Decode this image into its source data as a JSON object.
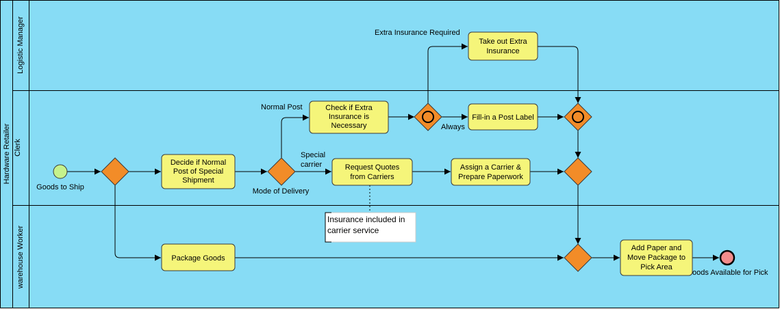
{
  "pool": {
    "name": "Hardware Retailer"
  },
  "lanes": [
    {
      "name": "Logistic Manager"
    },
    {
      "name": "Clerk"
    },
    {
      "name": "warehouse Worker"
    }
  ],
  "events": {
    "start": {
      "label": "Goods to Ship"
    },
    "end": {
      "label": "Goods Available for Pick"
    }
  },
  "tasks": {
    "decide": {
      "lines": [
        "Decide if Normal",
        "Post of Special",
        "Shipment"
      ]
    },
    "check": {
      "lines": [
        "Check if Extra",
        "Insurance is",
        "Necessary"
      ]
    },
    "extra": {
      "lines": [
        "Take out Extra",
        "Insurance"
      ]
    },
    "label": {
      "lines": [
        "Fill-in a Post Label"
      ]
    },
    "quotes": {
      "lines": [
        "Request Quotes",
        "from Carriers"
      ]
    },
    "assign": {
      "lines": [
        "Assign a Carrier &",
        "Prepare Paperwork"
      ]
    },
    "package": {
      "lines": [
        "Package Goods"
      ]
    },
    "addpaper": {
      "lines": [
        "Add Paper and",
        "Move Package to",
        "Pick Area"
      ]
    }
  },
  "gateways": {
    "mode": {
      "label": "Mode of Delivery"
    }
  },
  "flow_labels": {
    "normal_post": "Normal Post",
    "special_1": "Special",
    "special_2": "carrier",
    "extra_required": "Extra Insurance Required",
    "always": "Always"
  },
  "annotation": {
    "lines": [
      "Insurance included in",
      "carrier service"
    ]
  },
  "colors": {
    "lane_fill": "#87dcf5",
    "task_fill": "#f5f57a",
    "gateway_fill": "#f28c28",
    "start_fill": "#c6f28c",
    "end_fill": "#f28c8c"
  }
}
